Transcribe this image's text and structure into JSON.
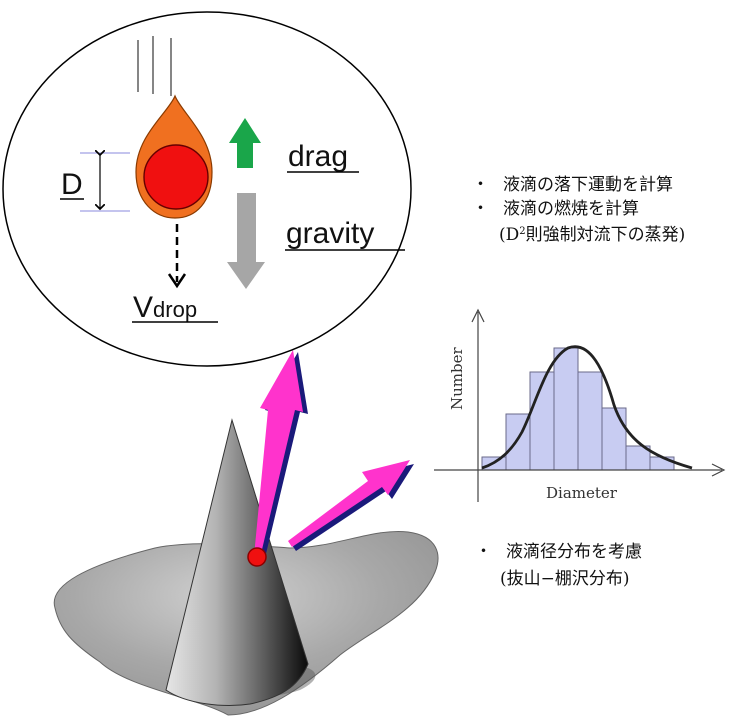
{
  "droplet_panel": {
    "diameter_label": "D",
    "velocity_label_main": "V",
    "velocity_label_sub": "drop",
    "drag_label": "drag",
    "gravity_label": "gravity",
    "colors": {
      "drag_arrow": "#1aa64a",
      "gravity_arrow": "#a6a6a6",
      "droplet_outer": "#f07020",
      "droplet_inner": "#f01010"
    }
  },
  "notes_top": {
    "bullet": "・",
    "line1": "液滴の落下運動を計算",
    "line2": "液滴の燃焼を計算",
    "line3_prefix": "(D",
    "line3_sup": "2",
    "line3_suffix": "則強制対流下の蒸発)"
  },
  "histogram": {
    "ylabel": "Number",
    "xlabel": "Diameter",
    "colors": {
      "bar_fill": "#c8ccf2",
      "bar_stroke": "#6a6a8a",
      "curve": "#222222"
    }
  },
  "notes_bottom": {
    "bullet": "・",
    "line1": "液滴径分布を考慮",
    "line2": "(抜山−棚沢分布)"
  },
  "cone": {
    "colors": {
      "ember": "#f01010",
      "trajectory_arrow": "#ff33cc"
    }
  }
}
